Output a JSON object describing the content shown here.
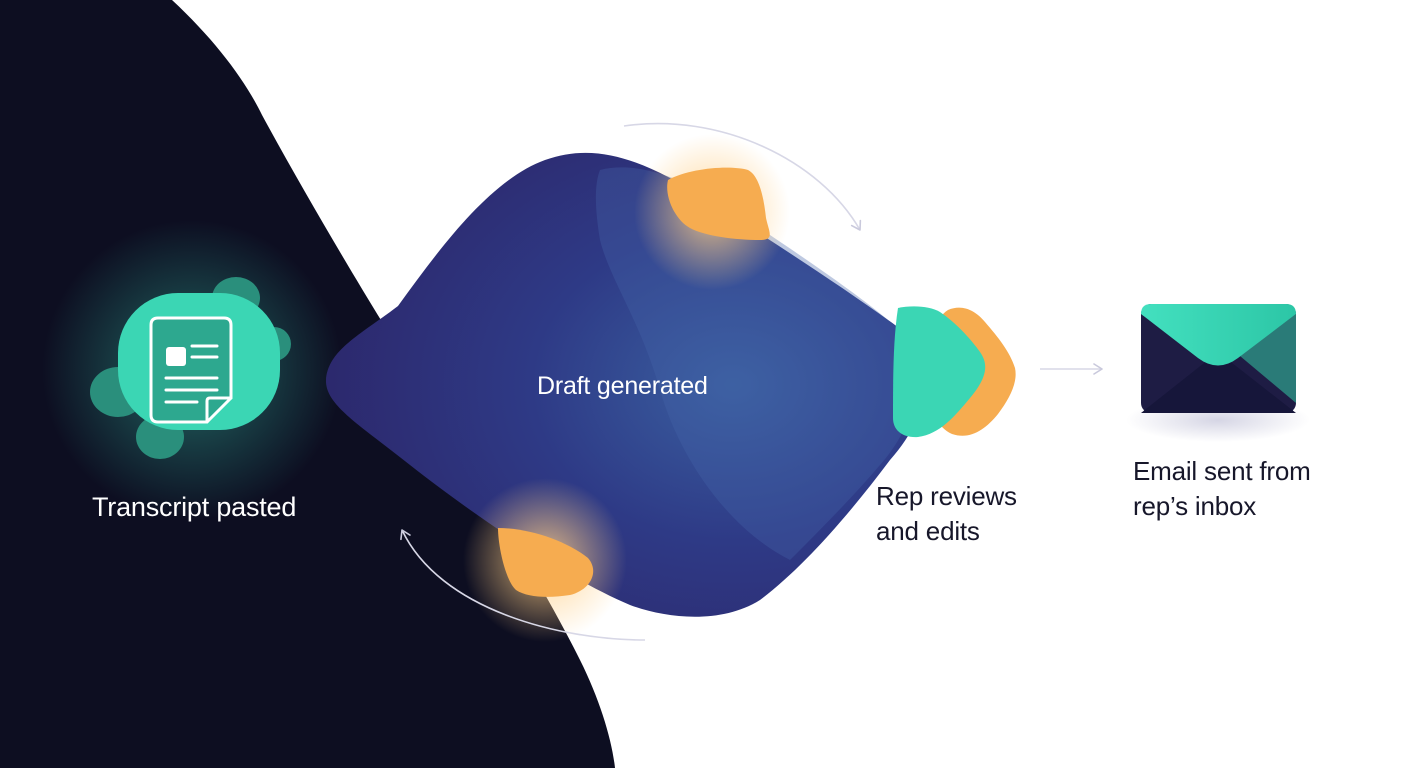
{
  "steps": {
    "transcript": {
      "label": "Transcript pasted",
      "icon": "document-icon"
    },
    "draft": {
      "label": "Draft generated"
    },
    "review": {
      "label_line1": "Rep reviews",
      "label_line2": "and edits"
    },
    "email": {
      "label_line1": "Email sent from",
      "label_line2": "rep’s inbox",
      "icon": "envelope-icon"
    }
  },
  "colors": {
    "dark_background": "#0d0e21",
    "teal": "#3bd6b4",
    "orange": "#f6ac50",
    "indigo": "#2e2a72",
    "blue_highlight": "#3a5fa0",
    "text_dark": "#17172a",
    "text_light": "#ffffff"
  }
}
